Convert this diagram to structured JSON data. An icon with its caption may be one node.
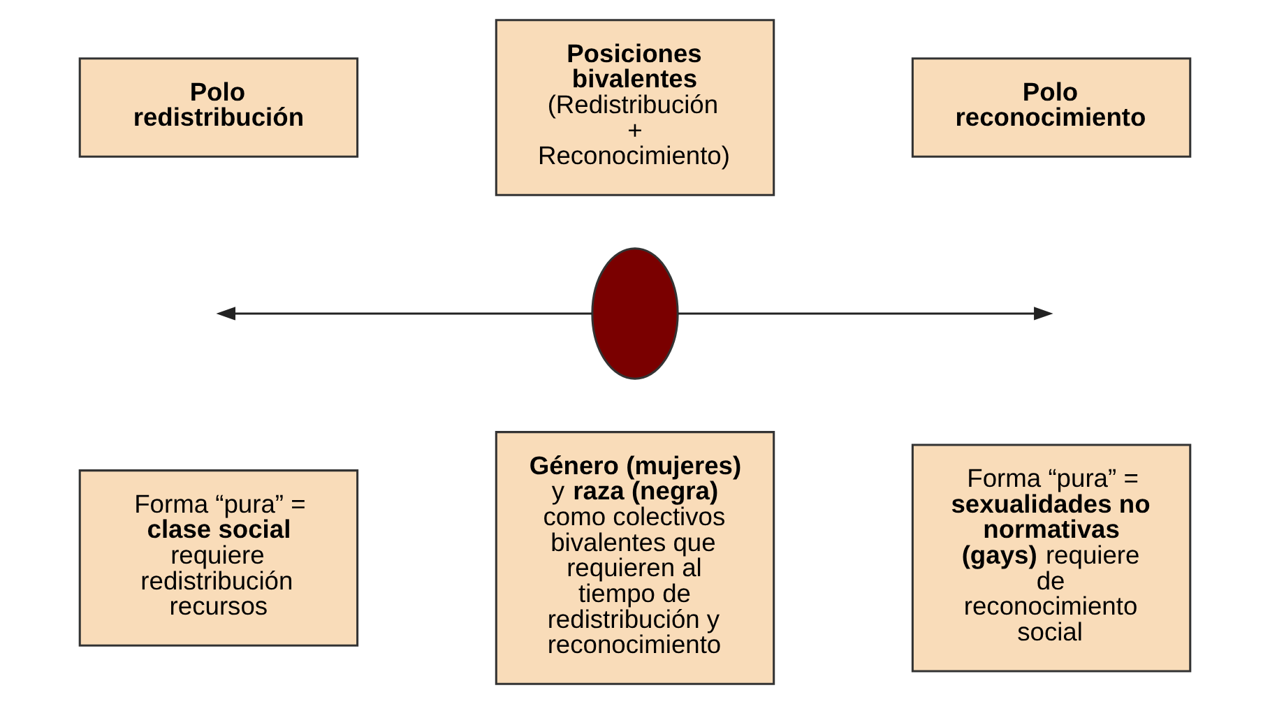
{
  "diagram": {
    "nodes": [
      {
        "text": [
          "Polo redistribución"
        ]
      },
      {
        "text": [
          "Posiciones bivalentes",
          "(Redistribución + Reconocimiento)"
        ]
      },
      {
        "text": [
          "Polo reconocimiento"
        ]
      },
      {
        "text": [],
        "shape": "circle"
      },
      {
        "text": [
          "Forma “pura” = **clase social** requiere redistribución recursos"
        ]
      },
      {
        "text": [
          "**Género (mujeres)** y **raza (negra)** como colectivos bivalentes que requieren al tiempo de redistribución y reconocimiento"
        ]
      },
      {
        "text": [
          "Forma “pura” = **sexualidades no normativas (gays)** requiere de reconocimiento social"
        ]
      }
    ],
    "edges": [
      {
        "from": 3,
        "to": null,
        "arrow": "to"
      },
      {
        "from": 3,
        "to": null,
        "arrow": "to"
      }
    ]
  }
}
